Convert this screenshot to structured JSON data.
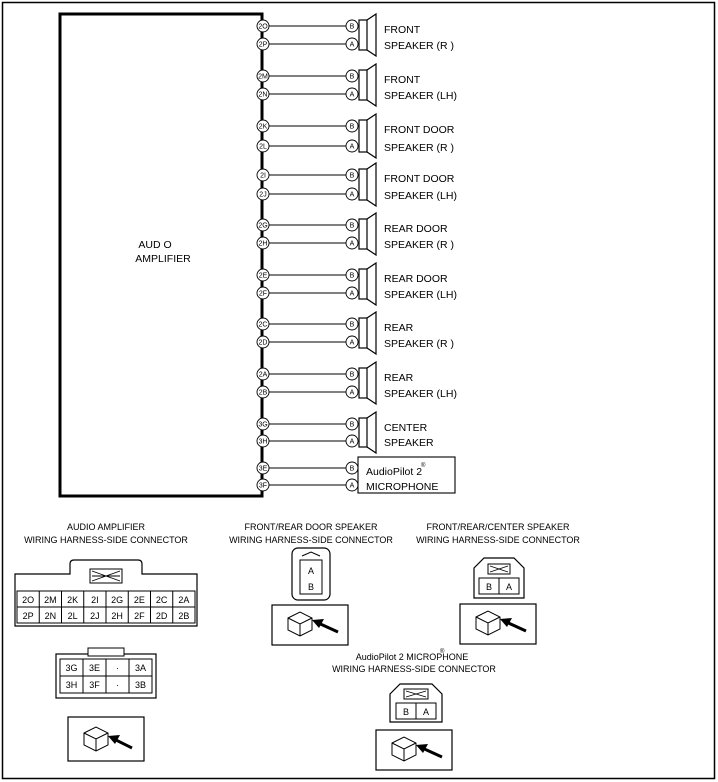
{
  "amplifier": {
    "label_line1": "AUD O",
    "label_line2": "AMPLIFIER",
    "terminals": [
      "2O",
      "2P",
      "2M",
      "2N",
      "2K",
      "2L",
      "2I",
      "2J",
      "2G",
      "2H",
      "2E",
      "2F",
      "2C",
      "2D",
      "2A",
      "2B",
      "3G",
      "3H",
      "3E",
      "3F"
    ]
  },
  "speakers": [
    {
      "line1": "FRONT",
      "line2": "SPEAKER (R )",
      "pins": [
        "B",
        "A"
      ]
    },
    {
      "line1": "FRONT",
      "line2": "SPEAKER (LH)",
      "pins": [
        "B",
        "A"
      ]
    },
    {
      "line1": "FRONT DOOR",
      "line2": "SPEAKER (R )",
      "pins": [
        "B",
        "A"
      ]
    },
    {
      "line1": "FRONT DOOR",
      "line2": "SPEAKER (LH)",
      "pins": [
        "B",
        "A"
      ]
    },
    {
      "line1": "REAR DOOR",
      "line2": "SPEAKER (R )",
      "pins": [
        "B",
        "A"
      ]
    },
    {
      "line1": "REAR DOOR",
      "line2": "SPEAKER (LH)",
      "pins": [
        "B",
        "A"
      ]
    },
    {
      "line1": "REAR",
      "line2": "SPEAKER (R )",
      "pins": [
        "B",
        "A"
      ]
    },
    {
      "line1": "REAR",
      "line2": "SPEAKER (LH)",
      "pins": [
        "B",
        "A"
      ]
    },
    {
      "line1": "CENTER",
      "line2": "SPEAKER",
      "pins": [
        "B",
        "A"
      ]
    }
  ],
  "microphone": {
    "line1": "AudioPilot 2",
    "sup": "®",
    "line2": "MICROPHONE",
    "pins": [
      "B",
      "A"
    ]
  },
  "connectors": {
    "amp_title1": "AUDIO AMPLIFIER",
    "amp_title2": "WIRING HARNESS-SIDE CONNECTOR",
    "amp_row1": [
      "2O",
      "2M",
      "2K",
      "2I",
      "2G",
      "2E",
      "2C",
      "2A"
    ],
    "amp_row2": [
      "2P",
      "2N",
      "2L",
      "2J",
      "2H",
      "2F",
      "2D",
      "2B"
    ],
    "amp2_row1": [
      "3G",
      "3E",
      "·",
      "3A"
    ],
    "amp2_row2": [
      "3H",
      "3F",
      "·",
      "3B"
    ],
    "door_title1": "FRONT/REAR DOOR SPEAKER",
    "door_title2": "WIRING HARNESS-SIDE CONNECTOR",
    "door_pins": [
      "A",
      "B"
    ],
    "center_title1": "FRONT/REAR/CENTER SPEAKER",
    "center_title2": "WIRING HARNESS-SIDE CONNECTOR",
    "center_pins": [
      "B",
      "A"
    ],
    "mic_title1": "AudioPilot 2 MICROPHONE",
    "mic_sup": "®",
    "mic_title2": "WIRING HARNESS-SIDE CONNECTOR",
    "mic_pins": [
      "B",
      "A"
    ]
  }
}
